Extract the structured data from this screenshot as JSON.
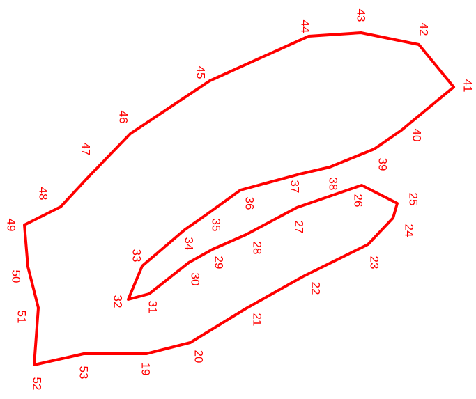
{
  "diagram": {
    "stroke_color": "#ff0000",
    "label_color": "#ff0000",
    "points": [
      {
        "label": "19"
      },
      {
        "label": "20"
      },
      {
        "label": "21"
      },
      {
        "label": "22"
      },
      {
        "label": "23"
      },
      {
        "label": "24"
      },
      {
        "label": "25"
      },
      {
        "label": "26"
      },
      {
        "label": "27"
      },
      {
        "label": "28"
      },
      {
        "label": "29"
      },
      {
        "label": "30"
      },
      {
        "label": "31"
      },
      {
        "label": "32"
      },
      {
        "label": "33"
      },
      {
        "label": "34"
      },
      {
        "label": "35"
      },
      {
        "label": "36"
      },
      {
        "label": "37"
      },
      {
        "label": "38"
      },
      {
        "label": "39"
      },
      {
        "label": "40"
      },
      {
        "label": "41"
      },
      {
        "label": "42"
      },
      {
        "label": "43"
      },
      {
        "label": "44"
      },
      {
        "label": "45"
      },
      {
        "label": "46"
      },
      {
        "label": "47"
      },
      {
        "label": "48"
      },
      {
        "label": "49"
      },
      {
        "label": "50"
      },
      {
        "label": "51"
      },
      {
        "label": "52"
      },
      {
        "label": "53"
      }
    ]
  }
}
